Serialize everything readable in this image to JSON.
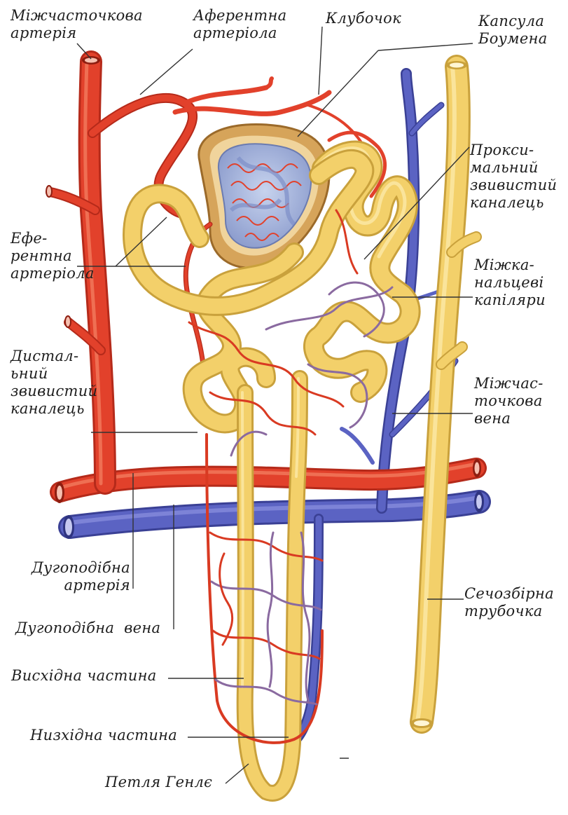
{
  "colors": {
    "artery": "#e2412b",
    "artery_dark": "#b52a1a",
    "vein": "#5b63c3",
    "vein_dark": "#3a4095",
    "tubule": "#f3d06a",
    "tubule_dark": "#c9a13c",
    "capillary_red": "#d93a22",
    "capillary_purple": "#8a6aa0",
    "glomerulus": "#a8b7dc",
    "capsule": "#d6a45a",
    "leader": "#333333"
  },
  "labels": {
    "interlobular_artery": "Міжчасточкова\nартерія",
    "afferent_arteriole": "Аферентна\nартеріола",
    "glomerulus": "Клубочок",
    "bowman_capsule": "Капсула\nБоумена",
    "proximal_tubule": "Прокси-\nмальний\nзвивистий\nканалець",
    "efferent_arteriole": "Еферентна\nартеріола",
    "efferent_arteriole_display": "Еферентна\nартеріола",
    "peritubular_capillaries": "Міжка-\nнальцеві\nкапіляри",
    "distal_tubule": "Дисталь-\nний\nзвивистий\nканалець",
    "interlobular_vein": "Міжчас-\nточкова\nвена",
    "arcuate_artery": "Дугоподібна\nартерія",
    "collecting_duct": "Сечозбірна\nтрубочка",
    "arcuate_vein": "Дугоподібна  вена",
    "ascending_limb": "Висхідна частина",
    "descending_limb": "Низхідна частина",
    "loop_of_henle": "Петля Генлє"
  },
  "label_text": {
    "interlobular_artery": "Міжчасточкова\nартерія",
    "afferent_arteriole": "Аферентна\nартеріола",
    "glomerulus": "Клубочок",
    "bowman_capsule": "Капсула\nБоумена",
    "proximal_tubule": "Прокси-\nмальний\nзвивистий\nканалець",
    "efferent_arteriole": "Ефе-\nрентна\nартеріола",
    "peritubular_capillaries": "Міжка-\nнальцеві\nкапіляри",
    "distal_tubule": "Дистал-\nьний\nзвивистий\nканалець",
    "interlobular_vein": "Міжчас-\nточкова\nвена",
    "arcuate_artery": "Дугоподібна\nартерія",
    "collecting_duct": "Сечозбірна\nтрубочка",
    "arcuate_vein": "Дугоподібна  вена",
    "ascending_limb": "Висхідна частина",
    "descending_limb": "Низхідна частина",
    "loop_of_henle": "Петля Генлє"
  }
}
